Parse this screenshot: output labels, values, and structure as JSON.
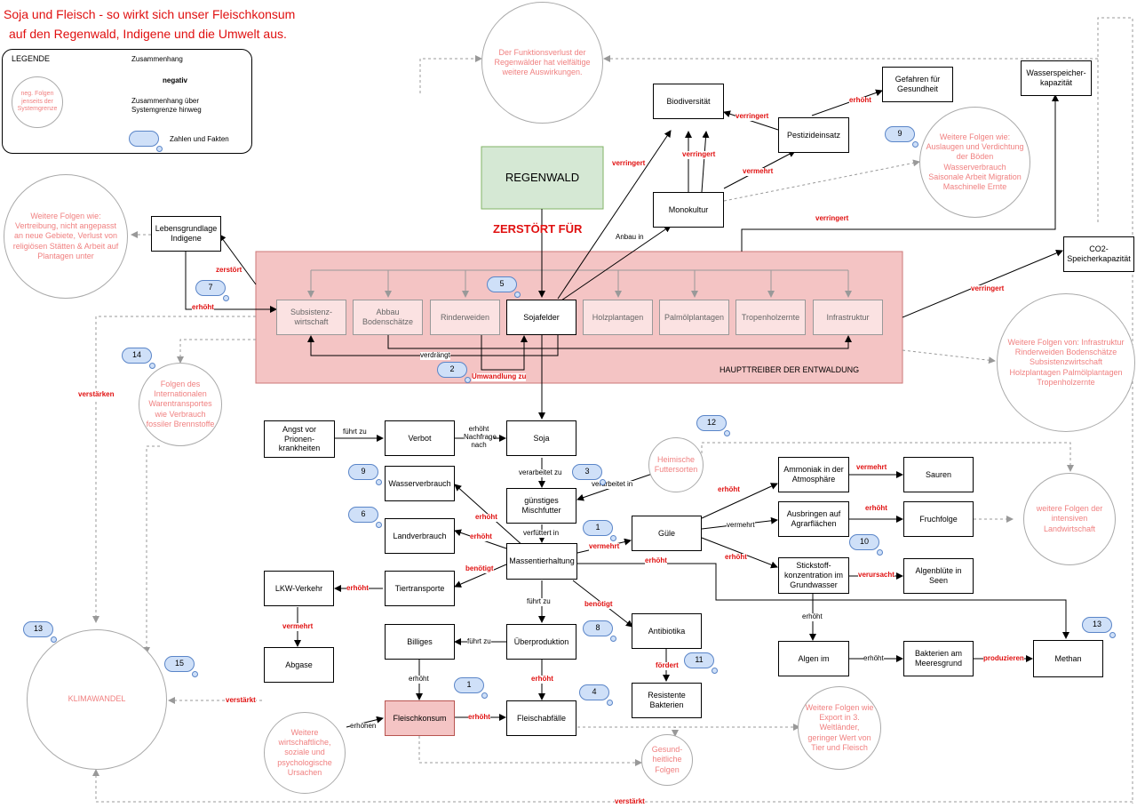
{
  "title": {
    "line1": "Soja und Fleisch - so wirkt sich unser Fleischkonsum",
    "line2": "auf den Regenwald, Indigene und die Umwelt aus."
  },
  "legend": {
    "heading": "LEGENDE",
    "zusammenhang": "Zusammenhang",
    "negativ": "negativ",
    "grenze1": "Zusammenhang über",
    "grenze2": "Systemgrenze hinweg",
    "circle": "neg. Folgen jenseits der Systemgrenze",
    "zahlen": "Zahlen und Fakten"
  },
  "colors": {
    "red": "#e01010",
    "pink_text": "#f08080",
    "driver_fill": "#f4c4c4",
    "regenwald_fill": "#d5e8d4",
    "cloud_fill": "#cfe0f8"
  },
  "regenwald": "REGENWALD",
  "zerstort": "ZERSTÖRT FÜR",
  "hauptlabel": "HAUPTTREIBER DER ENTWALDUNG",
  "drivers": {
    "subsistenz": "Subsistenz-wirtschaft",
    "abbau": "Abbau Bodenschätze",
    "rinder": "Rinderweiden",
    "soja": "Sojafelder",
    "holz": "Holzplantagen",
    "palm": "Palmölplantagen",
    "tropen": "Tropenholzernte",
    "infra": "Infrastruktur"
  },
  "nodes": {
    "biodiv": "Biodiversität",
    "gefahren": "Gefahren für Gesundheit",
    "pestizid": "Pestizideinsatz",
    "mono": "Monokultur",
    "wasserspeicher": "Wasserspeicher-kapazität",
    "co2": "CO2-Speicherkapazität",
    "lebens": "Lebensgrundlage Indigene",
    "angst": "Angst vor Prionen-krankheiten",
    "verbot": "Verbot",
    "soja": "Soja",
    "wasserverbrauch": "Wasserverbrauch",
    "mischfutter": "günstiges Mischfutter",
    "landverbrauch": "Landverbrauch",
    "massen": "Massentierhaltung",
    "lkw": "LKW-Verkehr",
    "tiertransporte": "Tiertransporte",
    "abgase": "Abgase",
    "billiges": "Billiges",
    "ueberproduktion": "Überproduktion",
    "antibiotika": "Antibiotika",
    "resistente": "Resistente Bakterien",
    "fleischkonsum": "Fleischkonsum",
    "fleischabfaelle": "Fleischabfälle",
    "guele": "Güle",
    "ammoniak": "Ammoniak in der Atmosphäre",
    "sauren": "Sauren",
    "ausbringen": "Ausbringen auf Agrarflächen",
    "fruchtfolge": "Fruchfolge",
    "stickstoff": "Stickstoff-konzentration im Grundwasser",
    "algenbluete": "Algenblüte in Seen",
    "algen": "Algen im",
    "bakterien": "Bakterien am Meeresgrund",
    "methan": "Methan"
  },
  "circles": {
    "funktion": "Der Funktionsverlust der Regenwälder hat vielfältige weitere Auswirkungen.",
    "pestfolgen": "Weitere Folgen wie: Auslaugen und Verdichtung der Böden Wasserverbrauch Saisonale Arbeit Migration Maschinelle Ernte",
    "indigen": "Weitere Folgen wie: Vertreibung, nicht angepasst an neue Gebiete, Verlust von religiösen Stätten & Arbeit auf Plantagen unter",
    "treiberfolgen": "Weitere Folgen von: Infrastruktur Rinderweiden Bodenschätze Subsistenzwirtschaft Holzplantagen Palmölplantagen Tropenholzernte",
    "waren": "Folgen des Internationalen Warentransportes wie Verbrauch fossiler Brennstoffe",
    "heimisch": "Heimische Futtersorten",
    "intensiv": "weitere Folgen der intensiven Landwirtschaft",
    "klima": "KLIMAWANDEL",
    "ursachen": "Weitere wirtschaftliche, soziale und psychologische Ursachen",
    "gesund": "Gesund-heitliche Folgen",
    "export": "Weitere Folgen wie Export in 3. Weltländer, geringer Wert von Tier und Fleisch"
  },
  "labels": {
    "verringert": "verringert",
    "vermehrt": "vermehrt",
    "erhoeht": "erhöht",
    "anbau": "Anbau in",
    "zerstort": "zerstört",
    "verdraengt": "verdrängt",
    "umwandlung": "Umwandlung zu",
    "verstaerken": "verstärken",
    "fuehrt": "führt zu",
    "erhoeht_nachfrage": "erhöht Nachfrage nach",
    "verarbeitet": "verarbeitet zu",
    "verarbeitet_in": "verarbeitet in",
    "verfuettert": "verfüttert in",
    "benoetigt": "benötigt",
    "foerdert": "fördert",
    "erhoehen": "erhöhen",
    "verursacht": "verursacht",
    "produzieren": "produzieren",
    "verstaerkt": "verstärkt"
  },
  "clouds": [
    "9",
    "7",
    "5",
    "2",
    "14",
    "3",
    "9",
    "6",
    "1",
    "8",
    "11",
    "1",
    "4",
    "12",
    "10",
    "13",
    "13",
    "15"
  ]
}
